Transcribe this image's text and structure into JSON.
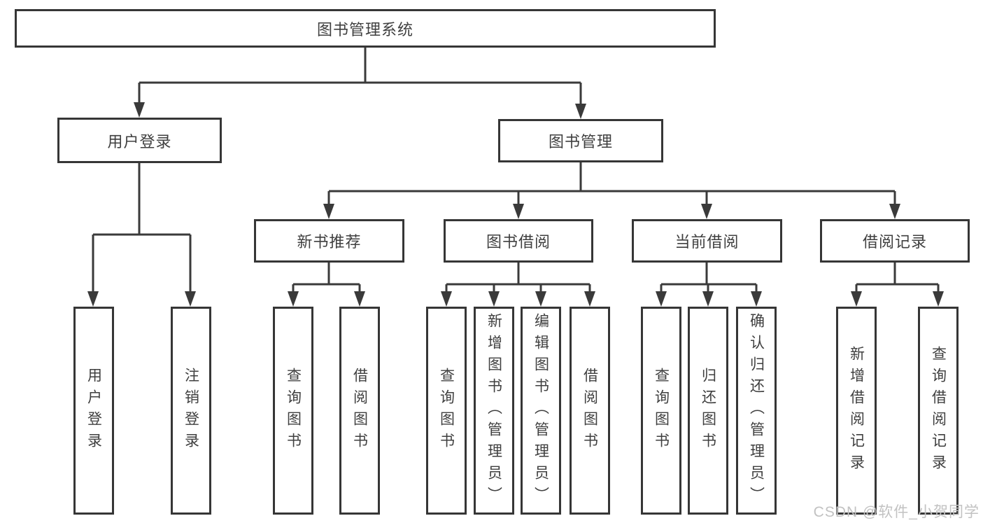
{
  "tree": {
    "label": "图书管理系统",
    "children": [
      {
        "label": "用户登录",
        "children": [
          {
            "label": "用户登录"
          },
          {
            "label": "注销登录"
          }
        ]
      },
      {
        "label": "图书管理",
        "children": [
          {
            "label": "新书推荐",
            "children": [
              {
                "label": "查询图书"
              },
              {
                "label": "借阅图书"
              }
            ]
          },
          {
            "label": "图书借阅",
            "children": [
              {
                "label": "查询图书"
              },
              {
                "label": "新增图书（管理员）"
              },
              {
                "label": "编辑图书（管理员）"
              },
              {
                "label": "借阅图书"
              }
            ]
          },
          {
            "label": "当前借阅",
            "children": [
              {
                "label": "查询图书"
              },
              {
                "label": "归还图书"
              },
              {
                "label": "确认归还（管理员）"
              }
            ]
          },
          {
            "label": "借阅记录",
            "children": [
              {
                "label": "新增借阅记录"
              },
              {
                "label": "查询借阅记录"
              }
            ]
          }
        ]
      }
    ]
  },
  "watermark": {
    "text": "CSDN @软件_小贺同学",
    "color": "#c2c2c2"
  },
  "colors": {
    "line": "#3a3a3a",
    "box_border": "#363636",
    "text": "#3f3f3f",
    "background": "#ffffff"
  }
}
